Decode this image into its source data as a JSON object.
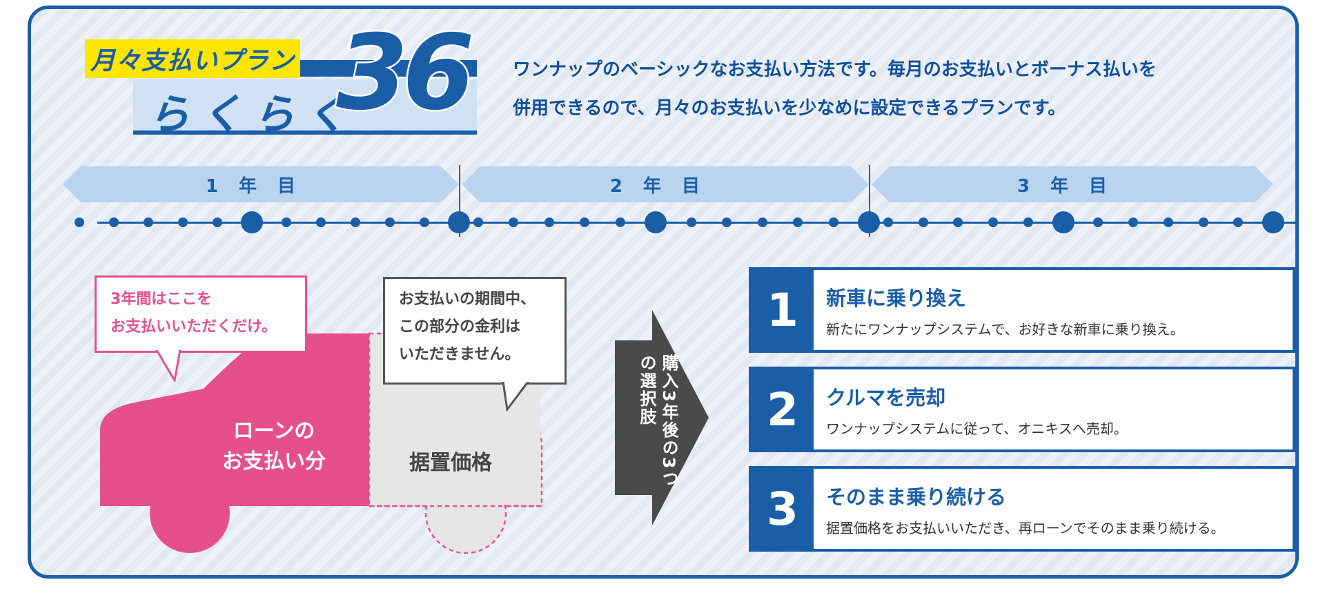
{
  "logo": {
    "top_text": "月々支払いプラン",
    "sub_text": "らくらく",
    "number": "36"
  },
  "intro": {
    "line1": "ワンナップのベーシックなお支払い方法です。毎月のお支払いとボーナス払いを",
    "line2": "併用できるので、月々のお支払いを少なめに設定できるプランです。"
  },
  "timeline": {
    "years": [
      "1年目",
      "2年目",
      "3年目"
    ],
    "dots_per_year": 12,
    "large_dot_months": [
      6,
      12
    ]
  },
  "car": {
    "loan_label_1": "ローンの",
    "loan_label_2": "お支払い分",
    "deferred_label": "据置価格"
  },
  "bubble_pink": {
    "line1": "3年間はここを",
    "line2": "お支払いいただくだけ。"
  },
  "bubble_gray": {
    "line1": "お支払いの期間中、",
    "line2": "この部分の金利は",
    "line3": "いただきません。"
  },
  "arrow": {
    "text": "購入3年後の3つの選択肢"
  },
  "options": [
    {
      "number": "1",
      "title": "新車に乗り換え",
      "desc": "新たにワンナップシステムで、お好きな新車に乗り換え。"
    },
    {
      "number": "2",
      "title": "クルマを売却",
      "desc": "ワンナップシステムに従って、オニキスへ売却。"
    },
    {
      "number": "3",
      "title": "そのまま乗り続ける",
      "desc": "据置価格をお支払いいただき、再ローンでそのまま乗り続ける。"
    }
  ],
  "colors": {
    "primary_blue": "#1a5ea8",
    "light_blue": "#bad4ef",
    "pink": "#e6508a",
    "yellow": "#ffe600",
    "gray": "#e6e6e6"
  }
}
